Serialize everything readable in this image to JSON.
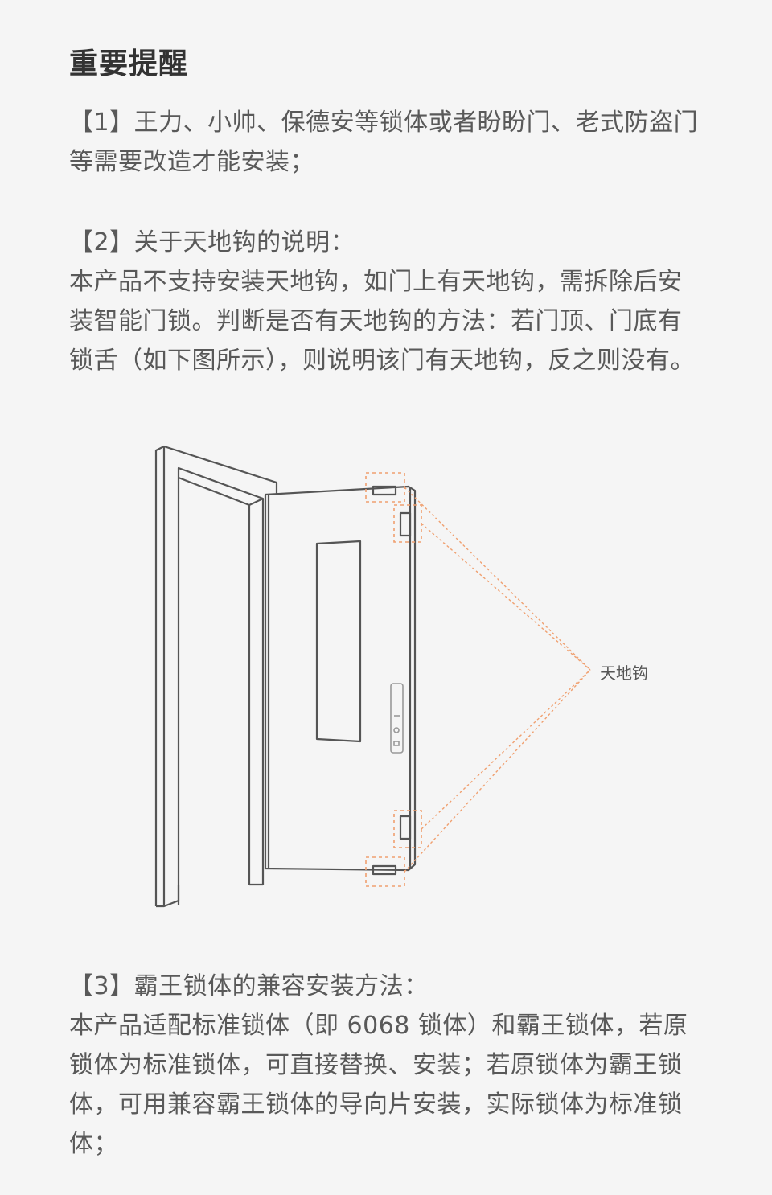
{
  "page": {
    "title": "重要提醒"
  },
  "sections": [
    {
      "heading": "【1】王力、小帅、保德安等锁体或者盼盼门、老式防盗门等需要改造才能安装；",
      "body": ""
    },
    {
      "heading": "【2】关于天地钩的说明：",
      "body": "本产品不支持安装天地钩，如门上有天地钩，需拆除后安装智能门锁。判断是否有天地钩的方法：若门顶、门底有锁舌（如下图所示），则说明该门有天地钩，反之则没有。"
    },
    {
      "heading": "【3】霸王锁体的兼容安装方法：",
      "body": "本产品适配标准锁体（即 6068 锁体）和霸王锁体，若原锁体为标准锁体，可直接替换、安装；若原锁体为霸王锁体，可用兼容霸王锁体的导向片安装，实际锁体为标准锁体；"
    }
  ],
  "diagram": {
    "callout_label": "天地钩",
    "line_color": "#555555",
    "highlight_color": "#f0a070"
  }
}
